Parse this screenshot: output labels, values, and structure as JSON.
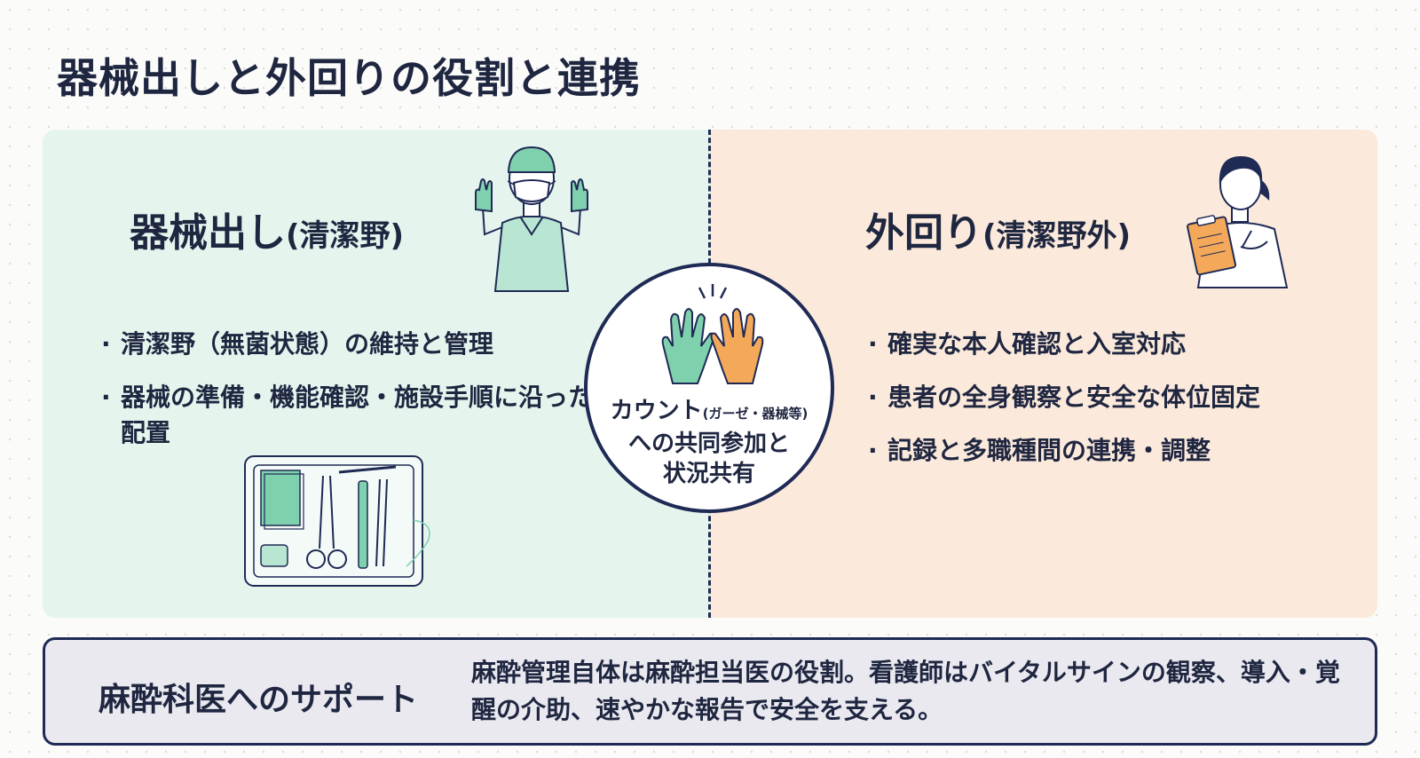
{
  "title": "器械出しと外回りの役割と連携",
  "scrub_nurse": {
    "heading": "器械出し",
    "heading_sub": "(清潔野)",
    "bullets": [
      "清潔野（無菌状態）の維持と管理",
      "器械の準備・機能確認・施設手順に沿った配置"
    ],
    "figure_icon": "masked-surgeon-with-gloves-icon",
    "tray_icon": "instrument-tray-icon"
  },
  "circulating_nurse": {
    "heading": "外回り",
    "heading_sub": "(清潔野外)",
    "bullets": [
      "確実な本人確認と入室対応",
      "患者の全身観察と安全な体位固定",
      "記録と多職種間の連携・調整"
    ],
    "figure_icon": "nurse-with-clipboard-icon"
  },
  "center": {
    "line1_main": "カウント",
    "line1_small": "(ガーゼ・器械等)",
    "line2": "への共同参加と",
    "line3": "状況共有",
    "icon": "high-five-gloves-icon"
  },
  "bottom": {
    "label": "麻酔科医へのサポート",
    "text": "麻酔管理自体は麻酔担当医の役割。看護師はバイタルサインの観察、導入・覚醒の介助、速やかな報告で安全を支える。"
  },
  "colors": {
    "left_panel": "#e5f5ee",
    "right_panel": "#fbeadb",
    "navy": "#1f2a55",
    "green": "#7fd0ad",
    "orange": "#f4a85a"
  }
}
